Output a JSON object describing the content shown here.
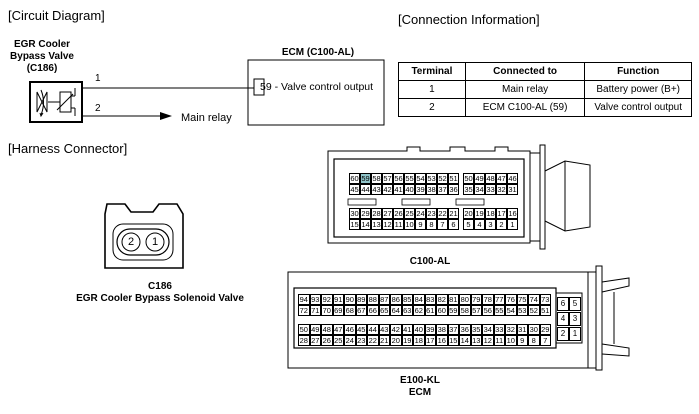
{
  "sections": {
    "circuit_diagram": "[Circuit Diagram]",
    "connection_information": "[Connection Information]",
    "harness_connector": "[Harness Connector]"
  },
  "circuit": {
    "component_line1": "EGR Cooler",
    "component_line2": "Bypass Valve",
    "component_code": "(C186)",
    "pin1": "1",
    "pin2": "2",
    "main_relay": "Main relay",
    "ecm_title": "ECM (C100-AL)",
    "ecm_pin": "59",
    "ecm_pin_label": "- Valve control output"
  },
  "connection_table": {
    "headers": [
      "Terminal",
      "Connected to",
      "Function"
    ],
    "rows": [
      [
        "1",
        "Main relay",
        "Battery power (B+)"
      ],
      [
        "2",
        "ECM C100-AL (59)",
        "Valve control output"
      ]
    ]
  },
  "harness": {
    "c186_pins": [
      "2",
      "1"
    ],
    "c186_label1": "C186",
    "c186_label2": "EGR Cooler Bypass Solenoid Valve",
    "c100_row1": [
      "60",
      "59",
      "58",
      "57",
      "56",
      "55",
      "54",
      "53",
      "52",
      "51",
      "50",
      "49",
      "48",
      "47",
      "46"
    ],
    "c100_row2": [
      "45",
      "44",
      "43",
      "42",
      "41",
      "40",
      "39",
      "38",
      "37",
      "36",
      "35",
      "34",
      "33",
      "32",
      "31"
    ],
    "c100_row3": [
      "30",
      "29",
      "28",
      "27",
      "26",
      "25",
      "24",
      "23",
      "22",
      "21",
      "20",
      "19",
      "18",
      "17",
      "16"
    ],
    "c100_row4": [
      "15",
      "14",
      "13",
      "12",
      "11",
      "10",
      "9",
      "8",
      "7",
      "6",
      "5",
      "4",
      "3",
      "2",
      "1"
    ],
    "c100_highlight_pin": "59",
    "c100_highlight_color": "#8fc4c9",
    "c100_label": "C100-AL",
    "e100_row1": [
      "94",
      "93",
      "92",
      "91",
      "90",
      "89",
      "88",
      "87",
      "86",
      "85",
      "84",
      "83",
      "82",
      "81",
      "80",
      "79",
      "78",
      "77",
      "76",
      "75",
      "74",
      "73"
    ],
    "e100_row2": [
      "72",
      "71",
      "70",
      "69",
      "68",
      "67",
      "66",
      "65",
      "64",
      "63",
      "62",
      "61",
      "60",
      "59",
      "58",
      "57",
      "56",
      "55",
      "54",
      "53",
      "52",
      "51"
    ],
    "e100_row3": [
      "50",
      "49",
      "48",
      "47",
      "46",
      "45",
      "44",
      "43",
      "42",
      "41",
      "40",
      "39",
      "38",
      "37",
      "36",
      "35",
      "34",
      "33",
      "32",
      "31",
      "30",
      "29"
    ],
    "e100_row4": [
      "28",
      "27",
      "26",
      "25",
      "24",
      "23",
      "22",
      "21",
      "20",
      "19",
      "18",
      "17",
      "16",
      "15",
      "14",
      "13",
      "12",
      "11",
      "10",
      "9",
      "8",
      "7"
    ],
    "e100_side": [
      [
        "6",
        "5"
      ],
      [
        "4",
        "3"
      ],
      [
        "2",
        "1"
      ]
    ],
    "e100_label1": "E100-KL",
    "e100_label2": "ECM"
  }
}
